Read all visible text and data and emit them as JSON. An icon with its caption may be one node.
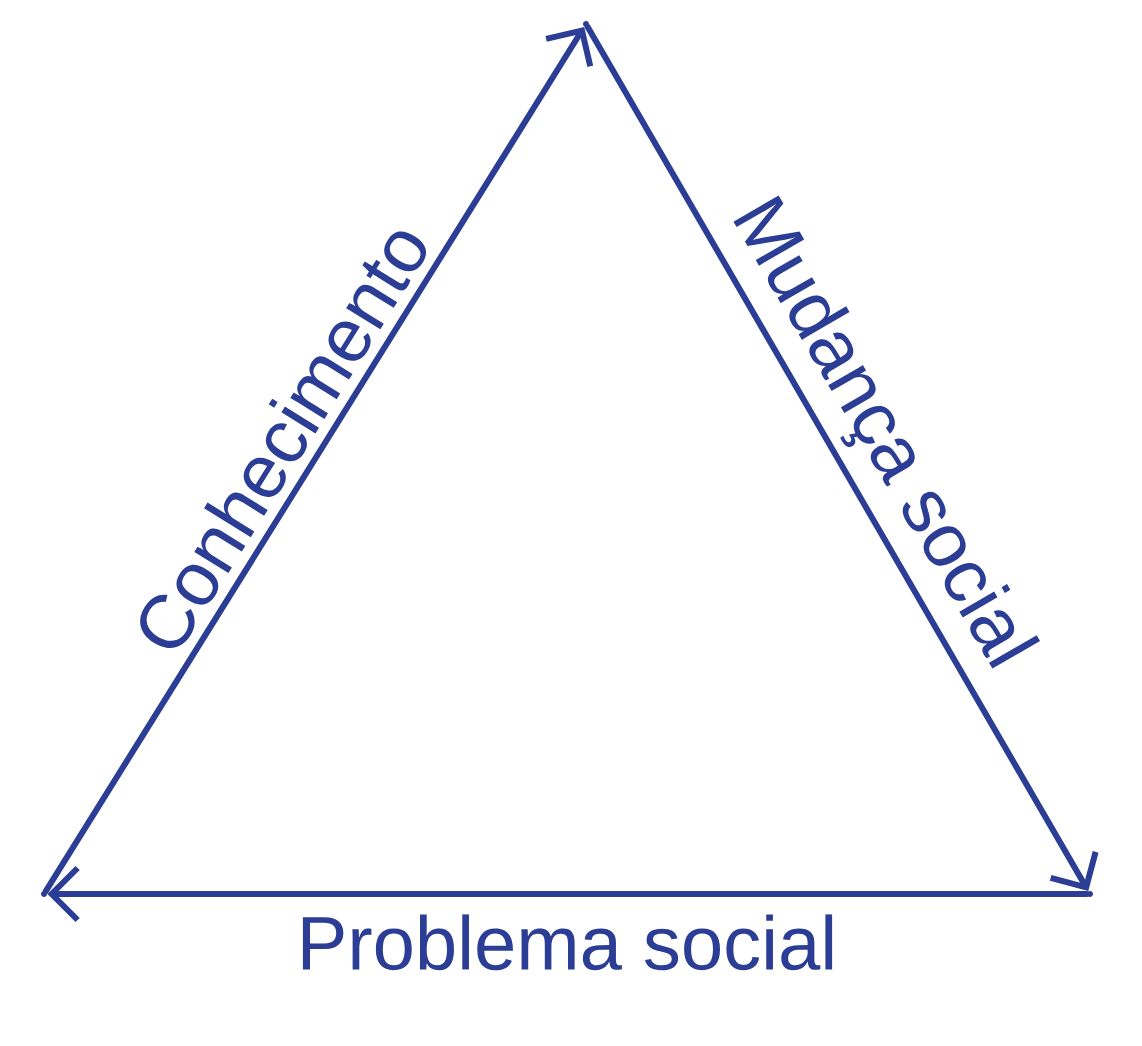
{
  "diagram": {
    "nodes": [
      {
        "text": [],
        "shape": "point"
      },
      {
        "text": [],
        "shape": "point"
      },
      {
        "text": [],
        "shape": "point"
      }
    ],
    "edges": [
      {
        "from": 0,
        "to": 1,
        "arrow": "to",
        "label": "Conhecimento"
      },
      {
        "from": 1,
        "to": 2,
        "arrow": "to",
        "label": "Mudança social"
      },
      {
        "from": 2,
        "to": 0,
        "arrow": "to",
        "label": "Problema social"
      }
    ]
  }
}
